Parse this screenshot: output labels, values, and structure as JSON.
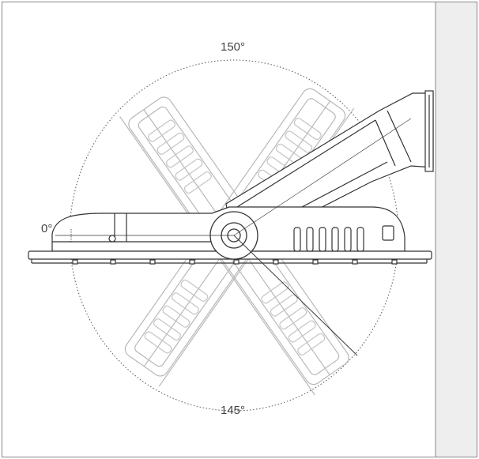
{
  "diagram": {
    "labels": {
      "upper_angle": "150°",
      "lower_angle": "145°",
      "zero_angle": "0°"
    },
    "colors": {
      "line": "#333333",
      "ghost": "#b8b8b8",
      "panel": "#eeeeee",
      "frame": "#888888"
    }
  }
}
